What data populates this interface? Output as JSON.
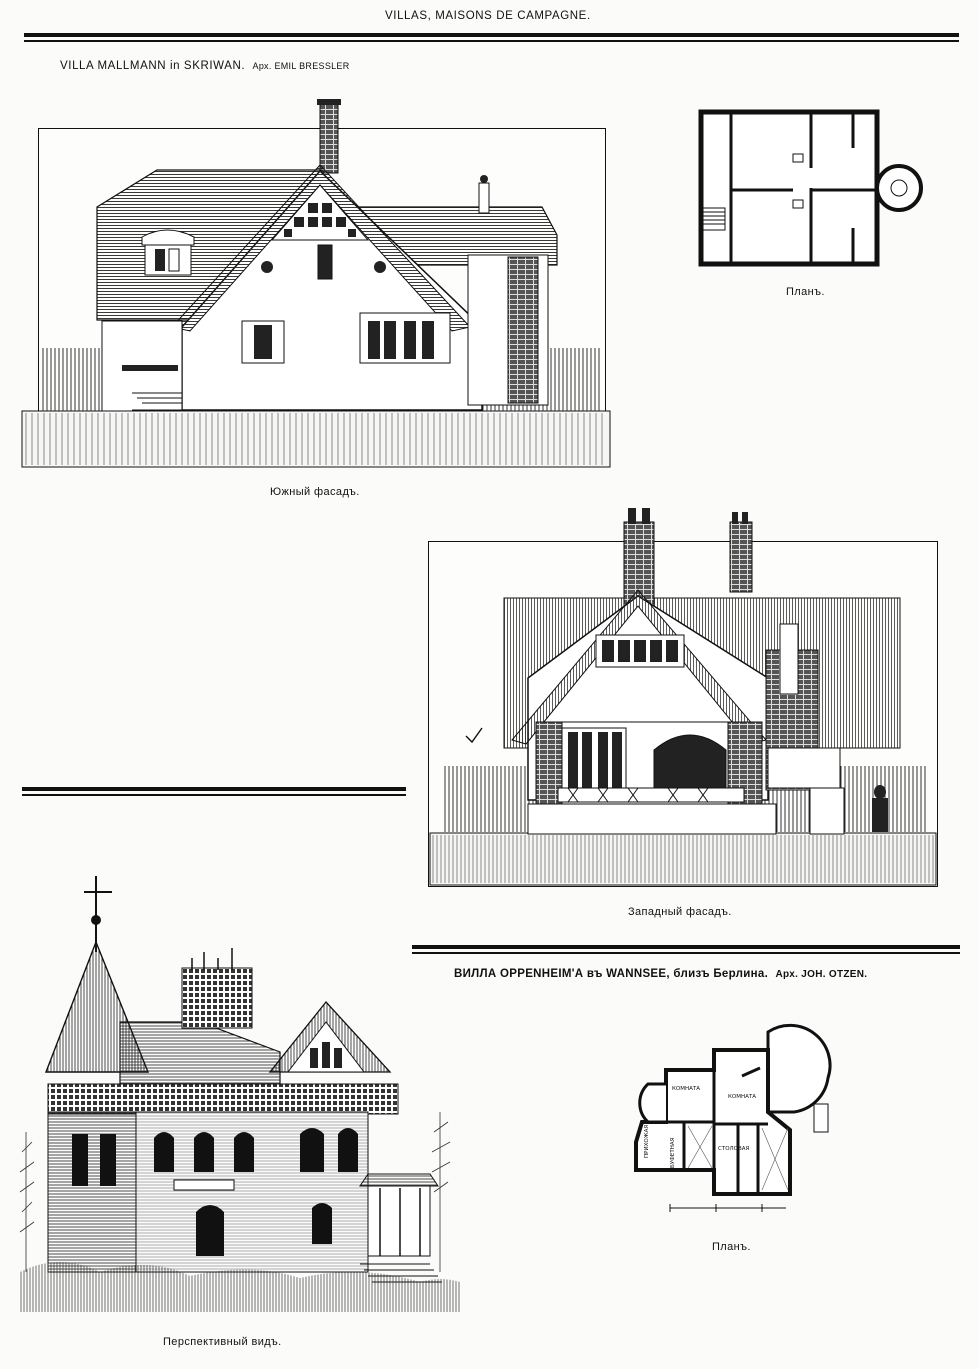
{
  "page": {
    "header": "VILLAS, MAISONS DE CAMPAGNE."
  },
  "villa_mallmann": {
    "title": "VILLA MALLMANN in SKRIWAN.",
    "architect": "Арх. EMIL BRESSLER",
    "south_facade_caption": "Южный фасадъ.",
    "plan_caption": "Планъ.",
    "west_facade_caption": "Западный фасадъ."
  },
  "villa_oppenheim": {
    "title": "ВИЛЛА OPPENHEIM'А въ WANNSEE, близъ Берлина.",
    "architect": "Арх. JOH. OTZEN.",
    "plan_caption": "Планъ.",
    "perspective_caption": "Перспективный видъ.",
    "plan_rooms": [
      "КОМНАТА",
      "КОМНАТА",
      "СТОЛОВАЯ",
      "БУФЕТНАЯ",
      "ПРИХОЖАЯ"
    ]
  }
}
